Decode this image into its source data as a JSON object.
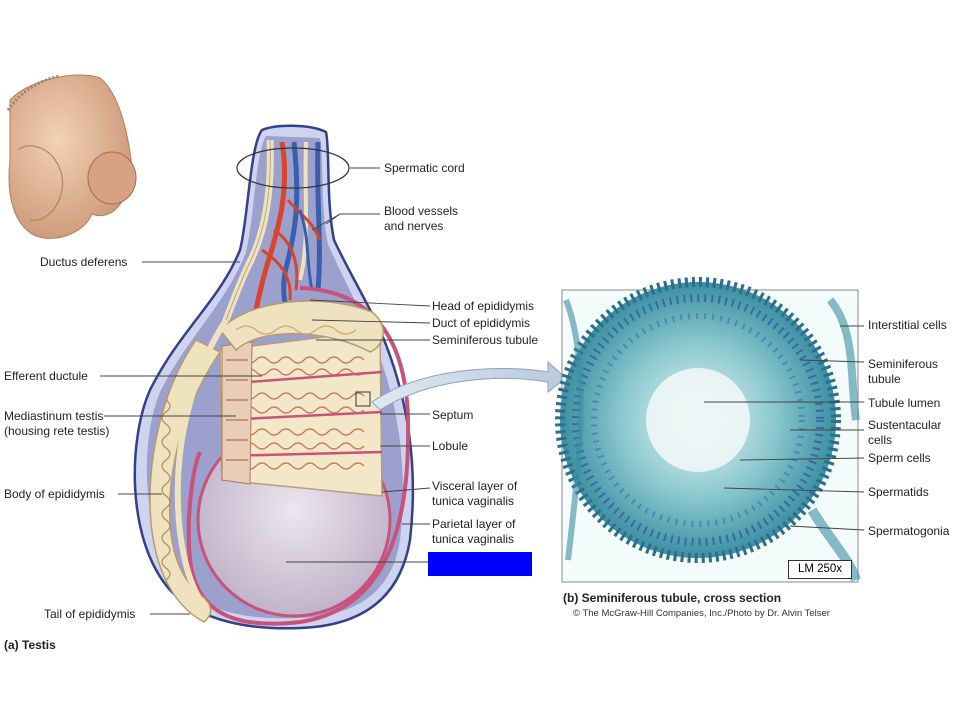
{
  "panel_a": {
    "caption": "(a) Testis",
    "labels": {
      "spermatic_cord": "Spermatic cord",
      "blood_vessels_1": "Blood vessels",
      "blood_vessels_2": "and nerves",
      "ductus_deferens": "Ductus deferens",
      "head_epididymis": "Head of epididymis",
      "duct_epididymis": "Duct of epididymis",
      "seminiferous_tubule": "Seminiferous tubule",
      "efferent_ductule": "Efferent ductule",
      "mediastinum_1": "Mediastinum testis",
      "mediastinum_2": "(housing rete testis)",
      "septum": "Septum",
      "lobule": "Lobule",
      "body_epididymis": "Body of epididymis",
      "visceral_1": "Visceral layer of",
      "visceral_2": "tunica vaginalis",
      "parietal_1": "Parietal layer of",
      "parietal_2": "tunica vaginalis",
      "tail_epididymis": "Tail of epididymis"
    },
    "colors": {
      "redaction": "#0000ff",
      "artery": "#d9442b",
      "vein": "#3a5fb0",
      "tunica": "#c9527a",
      "epididymis": "#efe3bf"
    }
  },
  "panel_b": {
    "caption": "(b) Seminiferous tubule, cross section",
    "credit": "© The McGraw-Hill Companies, Inc./Photo by Dr. Alvin Telser",
    "magnification": "LM 250x",
    "labels": {
      "interstitial": "Interstitial cells",
      "seminiferous_1": "Seminiferous",
      "seminiferous_2": "tubule",
      "tubule_lumen": "Tubule lumen",
      "sustentacular_1": "Sustentacular",
      "sustentacular_2": "cells",
      "sperm_cells": "Sperm cells",
      "spermatids": "Spermatids",
      "spermatogonia": "Spermatogonia"
    }
  }
}
